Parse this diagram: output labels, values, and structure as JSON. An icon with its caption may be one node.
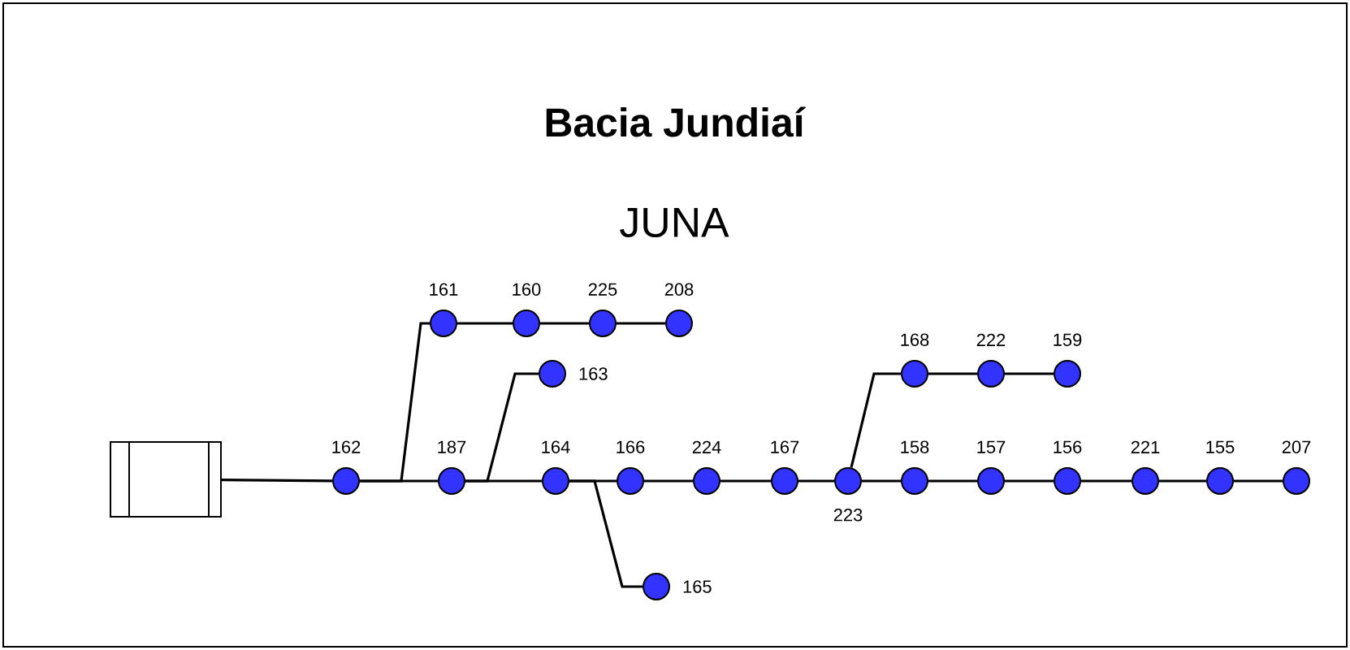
{
  "diagram": {
    "title": "Bacia Jundiaí",
    "nodes": [
      {
        "text": [],
        "shape": "box"
      },
      {
        "text": [],
        "shape": "circle",
        "beside": [
          "162"
        ]
      },
      {
        "text": [],
        "shape": "circle",
        "beside": [
          "161"
        ]
      },
      {
        "text": [],
        "shape": "circle",
        "beside": [
          "160"
        ]
      },
      {
        "text": [],
        "shape": "circle",
        "beside": [
          "225"
        ]
      },
      {
        "text": [],
        "shape": "circle",
        "beside": [
          "208"
        ]
      },
      {
        "text": [],
        "shape": "circle",
        "beside": [
          "187"
        ]
      },
      {
        "text": [],
        "shape": "circle",
        "beside": [
          "163"
        ]
      },
      {
        "text": [],
        "shape": "circle",
        "beside": [
          "164"
        ]
      },
      {
        "text": [],
        "shape": "circle",
        "beside": [
          "165"
        ]
      },
      {
        "text": [],
        "shape": "circle",
        "beside": [
          "166"
        ]
      },
      {
        "text": [],
        "shape": "circle",
        "beside": [
          "224"
        ]
      },
      {
        "text": [],
        "shape": "circle",
        "beside": [
          "167"
        ]
      },
      {
        "text": [],
        "shape": "circle",
        "beside": [
          "223"
        ]
      },
      {
        "text": [],
        "shape": "circle",
        "beside": [
          "168"
        ]
      },
      {
        "text": [],
        "shape": "circle",
        "beside": [
          "222"
        ]
      },
      {
        "text": [],
        "shape": "circle",
        "beside": [
          "159"
        ]
      },
      {
        "text": [],
        "shape": "circle",
        "beside": [
          "158"
        ]
      },
      {
        "text": [],
        "shape": "circle",
        "beside": [
          "157"
        ]
      },
      {
        "text": [],
        "shape": "circle",
        "beside": [
          "156"
        ]
      },
      {
        "text": [],
        "shape": "circle",
        "beside": [
          "221"
        ]
      },
      {
        "text": [],
        "shape": "circle",
        "beside": [
          "155"
        ]
      },
      {
        "text": [],
        "shape": "circle",
        "beside": [
          "207"
        ]
      }
    ],
    "edges": [
      {
        "from": 0,
        "to": 1,
        "arrow": "none"
      },
      {
        "from": 1,
        "to": 6,
        "arrow": "none"
      },
      {
        "from": 6,
        "to": 8,
        "arrow": "none"
      },
      {
        "from": 8,
        "to": 10,
        "arrow": "none"
      },
      {
        "from": 10,
        "to": 11,
        "arrow": "none"
      },
      {
        "from": 11,
        "to": 12,
        "arrow": "none"
      },
      {
        "from": 12,
        "to": 13,
        "arrow": "none"
      },
      {
        "from": 13,
        "to": 17,
        "arrow": "none"
      },
      {
        "from": 17,
        "to": 18,
        "arrow": "none"
      },
      {
        "from": 18,
        "to": 19,
        "arrow": "none"
      },
      {
        "from": 19,
        "to": 20,
        "arrow": "none"
      },
      {
        "from": 20,
        "to": 21,
        "arrow": "none"
      },
      {
        "from": 21,
        "to": 22,
        "arrow": "none"
      },
      {
        "from": 1,
        "to": 2,
        "arrow": "none"
      },
      {
        "from": 2,
        "to": 3,
        "arrow": "none"
      },
      {
        "from": 3,
        "to": 4,
        "arrow": "none"
      },
      {
        "from": 4,
        "to": 5,
        "arrow": "none"
      },
      {
        "from": 6,
        "to": 7,
        "arrow": "none"
      },
      {
        "from": 8,
        "to": 9,
        "arrow": "none"
      },
      {
        "from": 13,
        "to": 14,
        "arrow": "none"
      },
      {
        "from": 14,
        "to": 15,
        "arrow": "none"
      },
      {
        "from": 15,
        "to": 16,
        "arrow": "none"
      }
    ],
    "labels": [
      "JUNA"
    ]
  }
}
